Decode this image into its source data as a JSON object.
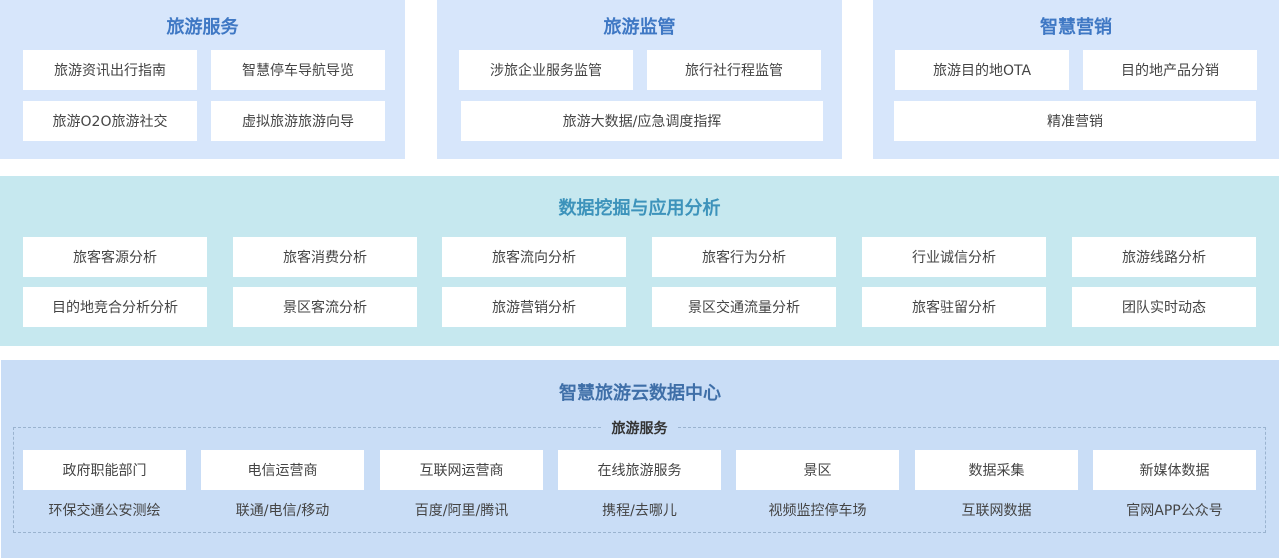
{
  "top": [
    {
      "title": "旅游服务",
      "items": [
        "旅游资讯出行指南",
        "智慧停车导航导览",
        "旅游O2O旅游社交",
        "虚拟旅游旅游向导"
      ]
    },
    {
      "title": "旅游监管",
      "items": [
        "涉旅企业服务监管",
        "旅行社行程监管",
        "旅游大数据/应急调度指挥"
      ]
    },
    {
      "title": "智慧营销",
      "items": [
        "旅游目的地OTA",
        "目的地产品分销",
        "精准营销"
      ]
    }
  ],
  "middle": {
    "title": "数据挖掘与应用分析",
    "row1": [
      "旅客客源分析",
      "旅客消费分析",
      "旅客流向分析",
      "旅客行为分析",
      "行业诚信分析",
      "旅游线路分析"
    ],
    "row2": [
      "目的地竞合分析分析",
      "景区客流分析",
      "旅游营销分析",
      "景区交通流量分析",
      "旅客驻留分析",
      "团队实时动态"
    ]
  },
  "bottom": {
    "title": "智慧旅游云数据中心",
    "group_label": "旅游服务",
    "boxes": [
      "政府职能部门",
      "电信运营商",
      "互联网运营商",
      "在线旅游服务",
      "景区",
      "数据采集",
      "新媒体数据"
    ],
    "subs": [
      "环保交通公安测绘",
      "联通/电信/移动",
      "百度/阿里/腾讯",
      "携程/去哪儿",
      "视频监控停车场",
      "互联网数据",
      "官网APP公众号"
    ]
  }
}
